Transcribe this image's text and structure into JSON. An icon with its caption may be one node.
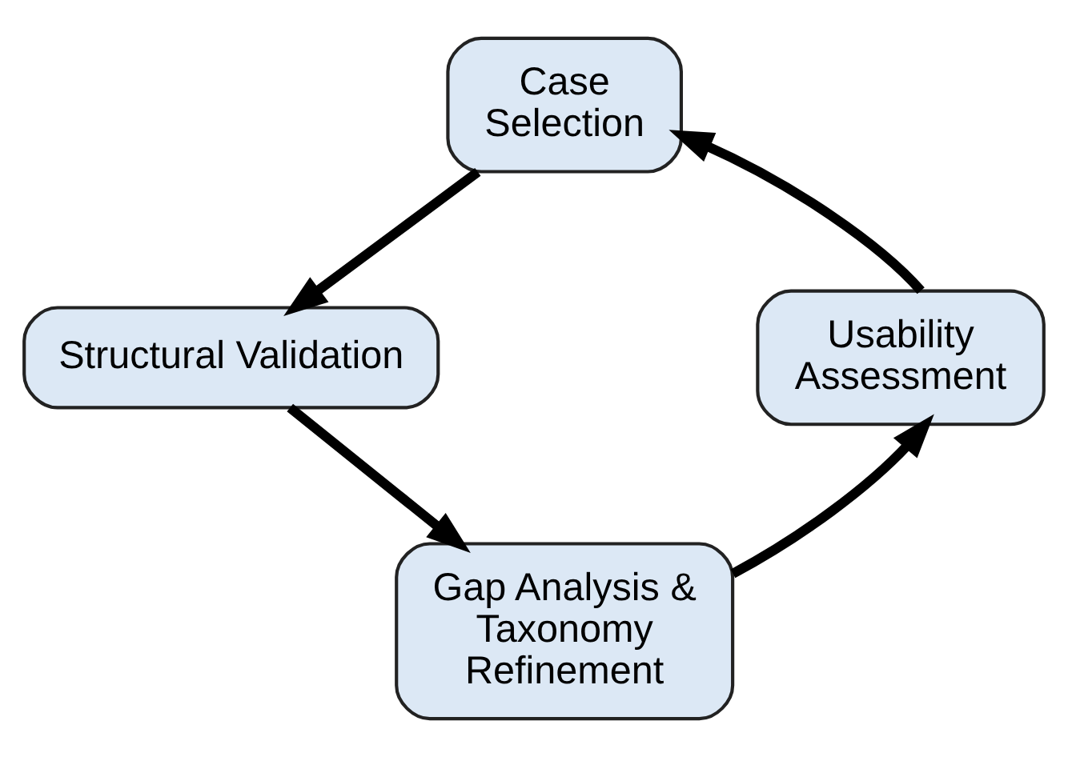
{
  "diagram": {
    "nodes": [
      {
        "text": [
          "Case Selection"
        ]
      },
      {
        "text": [
          "Structural Validation"
        ]
      },
      {
        "text": [
          "Gap Analysis & Taxonomy Refinement"
        ]
      },
      {
        "text": [
          "Usability Assessment"
        ]
      }
    ],
    "edges": [
      {
        "from": 0,
        "to": 1,
        "arrow": "to"
      },
      {
        "from": 1,
        "to": 2,
        "arrow": "to"
      },
      {
        "from": 2,
        "to": 3,
        "arrow": "to"
      },
      {
        "from": 3,
        "to": 0,
        "arrow": "to"
      }
    ]
  }
}
